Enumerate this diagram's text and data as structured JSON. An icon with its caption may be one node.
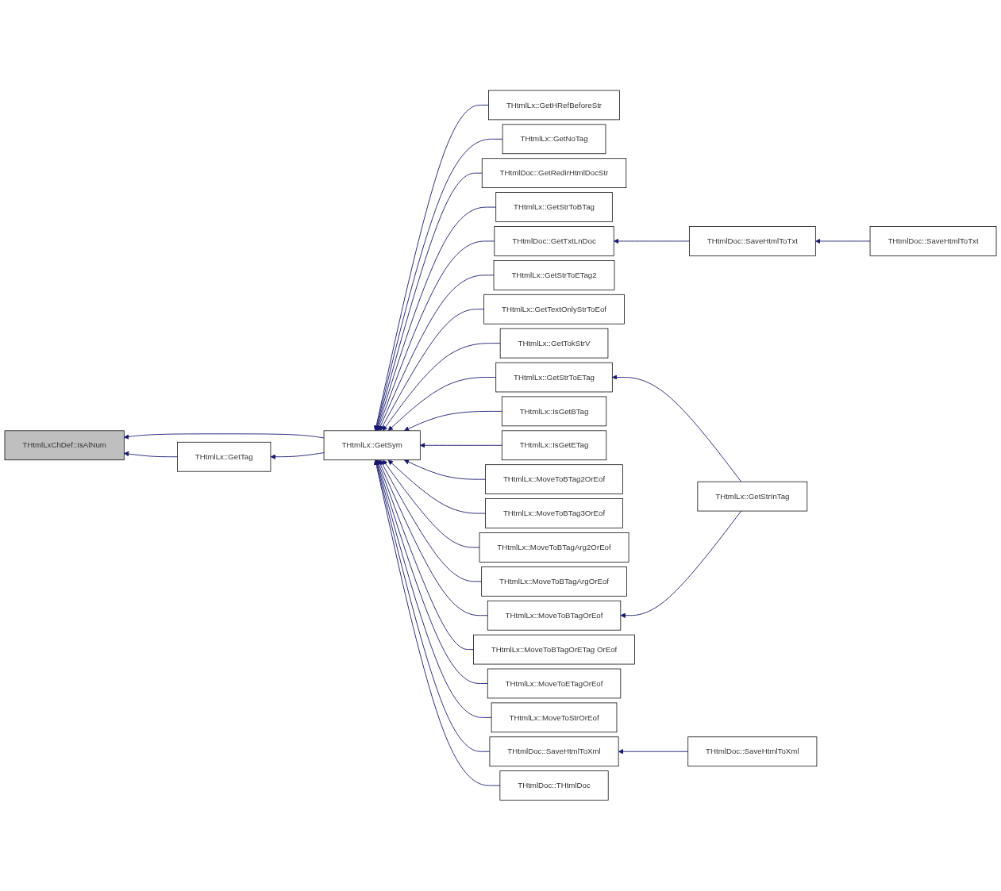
{
  "diagram": {
    "nodes": [
      {
        "text": [
          "THtmlLxChDef::IsAlNum"
        ]
      },
      {
        "text": [
          "THtmlLx::GetTag"
        ]
      },
      {
        "text": [
          "THtmlLx::GetSym"
        ]
      },
      {
        "text": [
          "THtmlLx::GetHRefBeforeStr"
        ]
      },
      {
        "text": [
          "THtmlLx::GetNoTag"
        ]
      },
      {
        "text": [
          "THtmlDoc::GetRedirHtmlDocStr"
        ]
      },
      {
        "text": [
          "THtmlLx::GetStrToBTag"
        ]
      },
      {
        "text": [
          "THtmlDoc::GetTxtLnDoc"
        ]
      },
      {
        "text": [
          "THtmlLx::GetStrToETag2"
        ]
      },
      {
        "text": [
          "THtmlLx::GetTextOnlyStrToEof"
        ]
      },
      {
        "text": [
          "THtmlLx::GetTokStrV"
        ]
      },
      {
        "text": [
          "THtmlLx::GetStrToETag"
        ]
      },
      {
        "text": [
          "THtmlLx::IsGetBTag"
        ]
      },
      {
        "text": [
          "THtmlLx::IsGetETag"
        ]
      },
      {
        "text": [
          "THtmlLx::MoveToBTag2OrEof"
        ]
      },
      {
        "text": [
          "THtmlLx::MoveToBTag3OrEof"
        ]
      },
      {
        "text": [
          "THtmlLx::MoveToBTagArg2OrEof"
        ]
      },
      {
        "text": [
          "THtmlLx::MoveToBTagArgOrEof"
        ]
      },
      {
        "text": [
          "THtmlLx::MoveToBTagOrEof"
        ]
      },
      {
        "text": [
          "THtmlLx::MoveToBTagOrETag OrEof"
        ]
      },
      {
        "text": [
          "THtmlLx::MoveToETagOrEof"
        ]
      },
      {
        "text": [
          "THtmlLx::MoveToStrOrEof"
        ]
      },
      {
        "text": [
          "THtmlDoc::SaveHtmlToXml"
        ]
      },
      {
        "text": [
          "THtmlDoc::THtmlDoc"
        ]
      },
      {
        "text": [
          "THtmlDoc::SaveHtmlToTxt"
        ]
      },
      {
        "text": [
          "THtmlDoc::SaveHtmlToTxt"
        ]
      },
      {
        "text": [
          "THtmlLx::GetStrInTag"
        ]
      },
      {
        "text": [
          "THtmlDoc::SaveHtmlToXml"
        ]
      }
    ],
    "edges": [
      {
        "from": 2,
        "to": 0,
        "arrow": "to"
      },
      {
        "from": 1,
        "to": 0,
        "arrow": "to"
      },
      {
        "from": 2,
        "to": 1,
        "arrow": "to"
      },
      {
        "from": 3,
        "to": 2,
        "arrow": "to"
      },
      {
        "from": 4,
        "to": 2,
        "arrow": "to"
      },
      {
        "from": 5,
        "to": 2,
        "arrow": "to"
      },
      {
        "from": 6,
        "to": 2,
        "arrow": "to"
      },
      {
        "from": 7,
        "to": 2,
        "arrow": "to"
      },
      {
        "from": 8,
        "to": 2,
        "arrow": "to"
      },
      {
        "from": 9,
        "to": 2,
        "arrow": "to"
      },
      {
        "from": 10,
        "to": 2,
        "arrow": "to"
      },
      {
        "from": 11,
        "to": 2,
        "arrow": "to"
      },
      {
        "from": 12,
        "to": 2,
        "arrow": "to"
      },
      {
        "from": 13,
        "to": 2,
        "arrow": "to"
      },
      {
        "from": 14,
        "to": 2,
        "arrow": "to"
      },
      {
        "from": 15,
        "to": 2,
        "arrow": "to"
      },
      {
        "from": 16,
        "to": 2,
        "arrow": "to"
      },
      {
        "from": 17,
        "to": 2,
        "arrow": "to"
      },
      {
        "from": 18,
        "to": 2,
        "arrow": "to"
      },
      {
        "from": 19,
        "to": 2,
        "arrow": "to"
      },
      {
        "from": 20,
        "to": 2,
        "arrow": "to"
      },
      {
        "from": 21,
        "to": 2,
        "arrow": "to"
      },
      {
        "from": 22,
        "to": 2,
        "arrow": "to"
      },
      {
        "from": 23,
        "to": 2,
        "arrow": "to"
      },
      {
        "from": 24,
        "to": 7,
        "arrow": "to"
      },
      {
        "from": 25,
        "to": 24,
        "arrow": "to"
      },
      {
        "from": 26,
        "to": 11,
        "arrow": "to"
      },
      {
        "from": 26,
        "to": 18,
        "arrow": "to"
      },
      {
        "from": 27,
        "to": 22,
        "arrow": "to"
      }
    ]
  }
}
